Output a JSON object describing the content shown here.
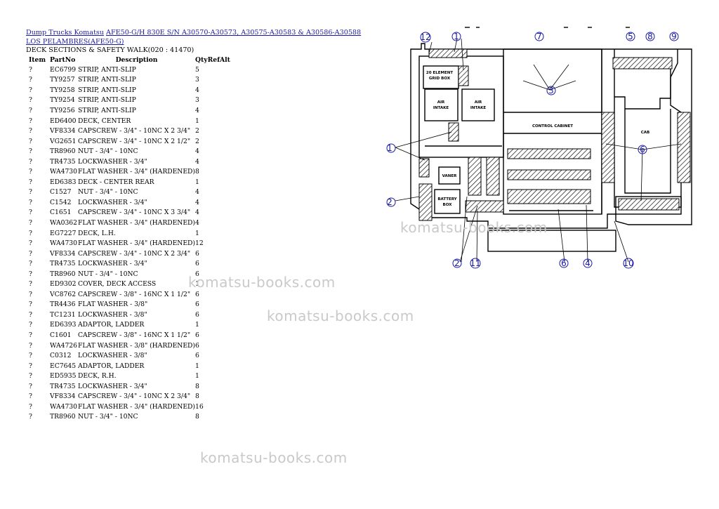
{
  "breadcrumb": {
    "link1": "Dump Trucks Komatsu",
    "link2": "AFE50-G/H 830E S/N A30570-A30573, A30575-A30583 & A30586-A30588",
    "link3": "LOS PELAMBRES(AFE50-G)"
  },
  "section_title": "DECK SECTIONS & SAFETY WALK(020 : 41470)",
  "table": {
    "headers": {
      "item": "Item",
      "partno": "PartNo",
      "description": "Description",
      "qty": "Qty",
      "ref": "Ref",
      "alt": "Alt"
    },
    "rows": [
      {
        "item": "?",
        "partno": "EC6799",
        "desc": "STRIP, ANTI-SLIP",
        "qty": "5"
      },
      {
        "item": "?",
        "partno": "TY9257",
        "desc": "STRIP, ANTI-SLIP",
        "qty": "3"
      },
      {
        "item": "?",
        "partno": "TY9258",
        "desc": "STRIP, ANTI-SLIP",
        "qty": "4"
      },
      {
        "item": "?",
        "partno": "TY9254",
        "desc": "STRIP, ANTI-SLIP",
        "qty": "3"
      },
      {
        "item": "?",
        "partno": "TY9256",
        "desc": "STRIP, ANTI-SLIP",
        "qty": "4"
      },
      {
        "item": "?",
        "partno": "ED6400",
        "desc": "DECK, CENTER",
        "qty": "1"
      },
      {
        "item": "?",
        "partno": "VF8334",
        "desc": "CAPSCREW - 3/4\" - 10NC X 2  3/4\"",
        "qty": "2"
      },
      {
        "item": "?",
        "partno": "VG2651",
        "desc": "CAPSCREW - 3/4\" - 10NC X 2  1/2\"",
        "qty": "2"
      },
      {
        "item": "?",
        "partno": "TR8960",
        "desc": "NUT - 3/4\" - 10NC",
        "qty": "4"
      },
      {
        "item": "?",
        "partno": "TR4735",
        "desc": "LOCKWASHER - 3/4\"",
        "qty": "4"
      },
      {
        "item": "?",
        "partno": "WA4730",
        "desc": "FLAT WASHER - 3/4\" (HARDENED)",
        "qty": "8"
      },
      {
        "item": "?",
        "partno": "ED6383",
        "desc": "DECK - CENTER REAR",
        "qty": "1"
      },
      {
        "item": "?",
        "partno": "C1527",
        "desc": "NUT - 3/4\" - 10NC",
        "qty": "4"
      },
      {
        "item": "?",
        "partno": "C1542",
        "desc": "LOCKWASHER - 3/4\"",
        "qty": "4"
      },
      {
        "item": "?",
        "partno": "C1651",
        "desc": "CAPSCREW - 3/4\" - 10NC X 3  3/4\"",
        "qty": "4"
      },
      {
        "item": "?",
        "partno": "WA0362",
        "desc": "FLAT WASHER - 3/4\" (HARDENED)",
        "qty": "4"
      },
      {
        "item": "?",
        "partno": "EG7227",
        "desc": "DECK, L.H.",
        "qty": "1"
      },
      {
        "item": "?",
        "partno": "WA4730",
        "desc": "FLAT WASHER - 3/4\" (HARDENED)",
        "qty": "12"
      },
      {
        "item": "?",
        "partno": "VF8334",
        "desc": "CAPSCREW - 3/4\" - 10NC X 2  3/4\"",
        "qty": "6"
      },
      {
        "item": "?",
        "partno": "TR4735",
        "desc": "LOCKWASHER - 3/4\"",
        "qty": "6"
      },
      {
        "item": "?",
        "partno": "TR8960",
        "desc": "NUT - 3/4\" - 10NC",
        "qty": "6"
      },
      {
        "item": "?",
        "partno": "ED9302",
        "desc": "COVER, DECK ACCESS",
        "qty": "1"
      },
      {
        "item": "?",
        "partno": "VC8762",
        "desc": "CAPSCREW - 3/8\" - 16NC X 1  1/2\"",
        "qty": "6"
      },
      {
        "item": "?",
        "partno": "TR4436",
        "desc": "FLAT WASHER - 3/8\"",
        "qty": "6"
      },
      {
        "item": "?",
        "partno": "TC1231",
        "desc": "LOCKWASHER - 3/8\"",
        "qty": "6"
      },
      {
        "item": "?",
        "partno": "ED6393",
        "desc": "ADAPTOR, LADDER",
        "qty": "1"
      },
      {
        "item": "?",
        "partno": "C1601",
        "desc": "CAPSCREW - 3/8\" - 16NC X 1  1/2\"",
        "qty": "6"
      },
      {
        "item": "?",
        "partno": "WA4726",
        "desc": "FLAT WASHER - 3/8\" (HARDENED)",
        "qty": "6"
      },
      {
        "item": "?",
        "partno": "C0312",
        "desc": "LOCKWASHER - 3/8\"",
        "qty": "6"
      },
      {
        "item": "?",
        "partno": "EC7645",
        "desc": "ADAPTOR, LADDER",
        "qty": "1"
      },
      {
        "item": "?",
        "partno": "ED5935",
        "desc": "DECK, R.H.",
        "qty": "1"
      },
      {
        "item": "?",
        "partno": "TR4735",
        "desc": "LOCKWASHER - 3/4\"",
        "qty": "8"
      },
      {
        "item": "?",
        "partno": "VF8334",
        "desc": "CAPSCREW - 3/4\" - 10NC X 2  3/4\"",
        "qty": "8"
      },
      {
        "item": "?",
        "partno": "WA4730",
        "desc": "FLAT WASHER - 3/4\" (HARDENED)",
        "qty": "16"
      },
      {
        "item": "?",
        "partno": "TR8960",
        "desc": "NUT - 3/4\" - 10NC",
        "qty": "8"
      }
    ]
  },
  "diagram": {
    "box_labels": {
      "grid_box_1": "20 ELEMENT",
      "grid_box_2": "GRID BOX",
      "air_intake_1": "AIR",
      "air_intake_2": "INTAKE",
      "control_cabinet": "CONTROL CABINET",
      "cab": "CAB",
      "vaner": "VANER",
      "battery_1": "BATTERY",
      "battery_2": "BOX"
    },
    "callouts": {
      "n12": "12",
      "n1": "1",
      "n7": "7",
      "n5": "5",
      "n8": "8",
      "n9": "9",
      "n3": "3",
      "n1b": "1",
      "n6": "6",
      "n2": "2",
      "n2b": "2",
      "n11": "11",
      "n6b": "6",
      "n4": "4",
      "n10": "10"
    }
  },
  "watermark": "komatsu-books.com"
}
